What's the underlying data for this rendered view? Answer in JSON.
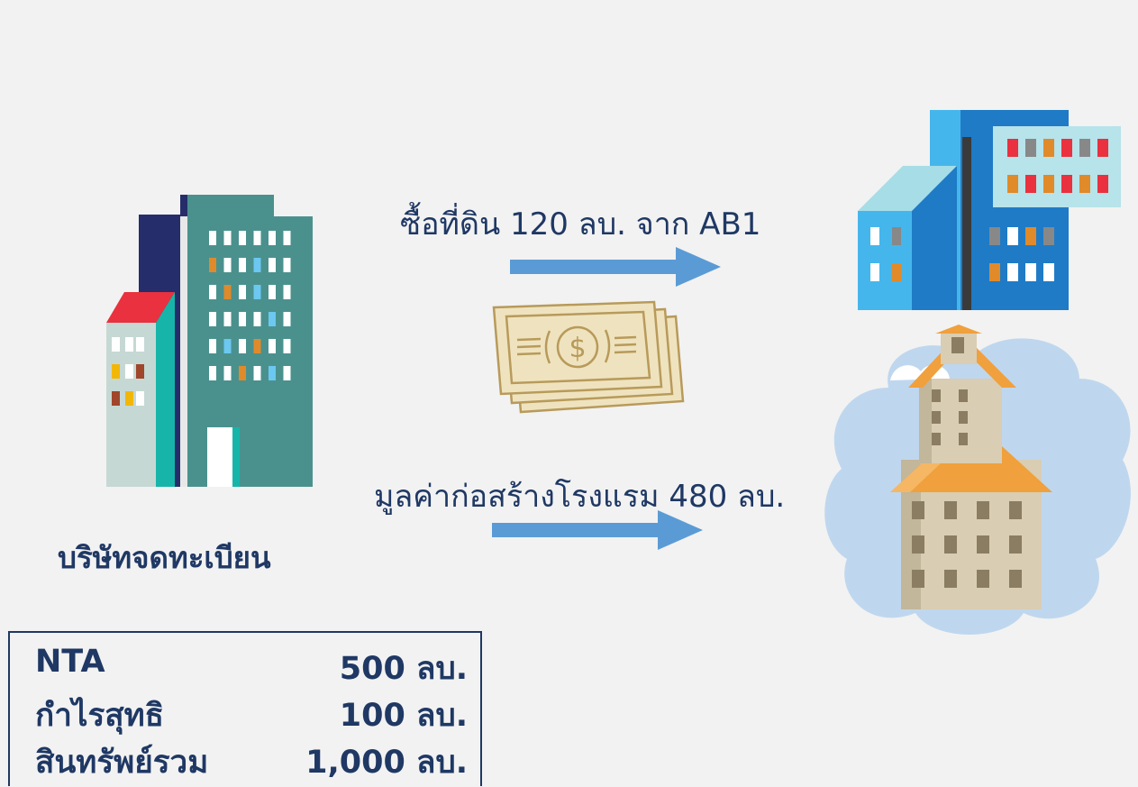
{
  "flows": {
    "buy_land": "ซื้อที่ดิน 120 ลบ. จาก  AB1",
    "build_hotel": "มูลค่าก่อสร้างโรงแรม 480 ลบ."
  },
  "company": {
    "name": "บริษัทจดทะเบียน"
  },
  "stats": [
    {
      "label": "NTA",
      "value": "500 ลบ."
    },
    {
      "label": "กำไรสุทธิ",
      "value": "100 ลบ."
    },
    {
      "label": "สินทรัพย์รวม",
      "value": "1,000 ลบ."
    }
  ],
  "icons": {
    "company": "office-building-icon",
    "land": "city-buildings-icon",
    "hotel": "hotel-building-icon",
    "money": "banknotes-icon"
  },
  "colors": {
    "text": "#1f3864",
    "arrow": "#5b9bd5",
    "cloud": "#bfd7ee",
    "roof": "#f0a03c"
  }
}
